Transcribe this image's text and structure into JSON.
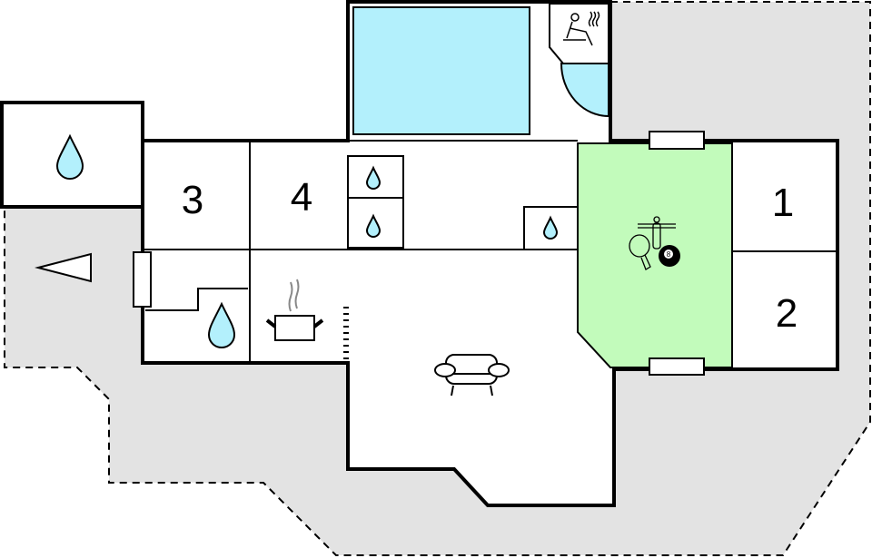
{
  "floor_plan": {
    "rooms": [
      {
        "label": "1",
        "type": "bedroom"
      },
      {
        "label": "2",
        "type": "bedroom"
      },
      {
        "label": "3",
        "type": "bedroom"
      },
      {
        "label": "4",
        "type": "bedroom"
      }
    ],
    "icons": [
      "water-drop-icon",
      "sauna-icon",
      "shower-icon",
      "foosball-icon",
      "ping-pong-icon",
      "billiard-ball-icon",
      "cooking-pot-icon",
      "sofa-icon",
      "entrance-arrow-icon"
    ],
    "billiard_ball_number": "8",
    "colors": {
      "water": "#b3f0fc",
      "game_room": "#c2fbbb",
      "terrace": "#e3e3e3",
      "wall": "#000000"
    }
  }
}
